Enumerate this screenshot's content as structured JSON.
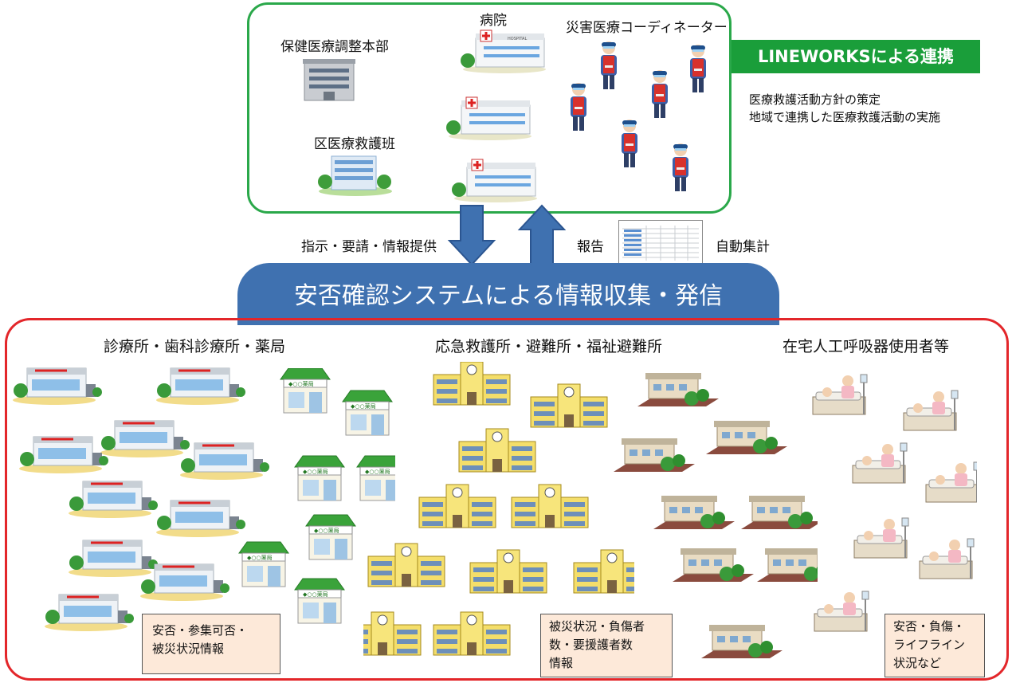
{
  "top": {
    "hq_label": "保健医療調整本部",
    "hospital_label": "病院",
    "coordinator_label": "災害医療コーディネーター",
    "rescue_team_label": "区医療救護班",
    "lineworks_bar": "LINEWORKSによる連携",
    "policy_lines": [
      "医療救護活動方針の策定",
      "地域で連携した医療救護活動の実施"
    ]
  },
  "middle": {
    "instruction_label": "指示・要請・情報提供",
    "report_label": "報告",
    "auto_aggregate_label": "自動集計",
    "banner": "安否確認システムによる情報収集・発信"
  },
  "bottom": {
    "clinics_header": "診療所・歯科診療所・薬局",
    "shelters_header": "応急救護所・避難所・福祉避難所",
    "home_header": "在宅人工呼吸器使用者等",
    "clinic_note": [
      "安否・参集可否・",
      "被災状況情報"
    ],
    "shelter_note": [
      "被災状況・負傷者",
      "数・要援護者数",
      "情報"
    ],
    "home_note": [
      "安否・負傷・",
      "ライフライン",
      "状況など"
    ]
  },
  "icon_text": {
    "hospital_sign": "HOSPITAL",
    "pharmacy_sign": "◆○○薬局"
  },
  "colors": {
    "green": "#2aa84a",
    "red": "#e3262a",
    "blue": "#3f71b0",
    "note_bg": "#fde9d9"
  }
}
